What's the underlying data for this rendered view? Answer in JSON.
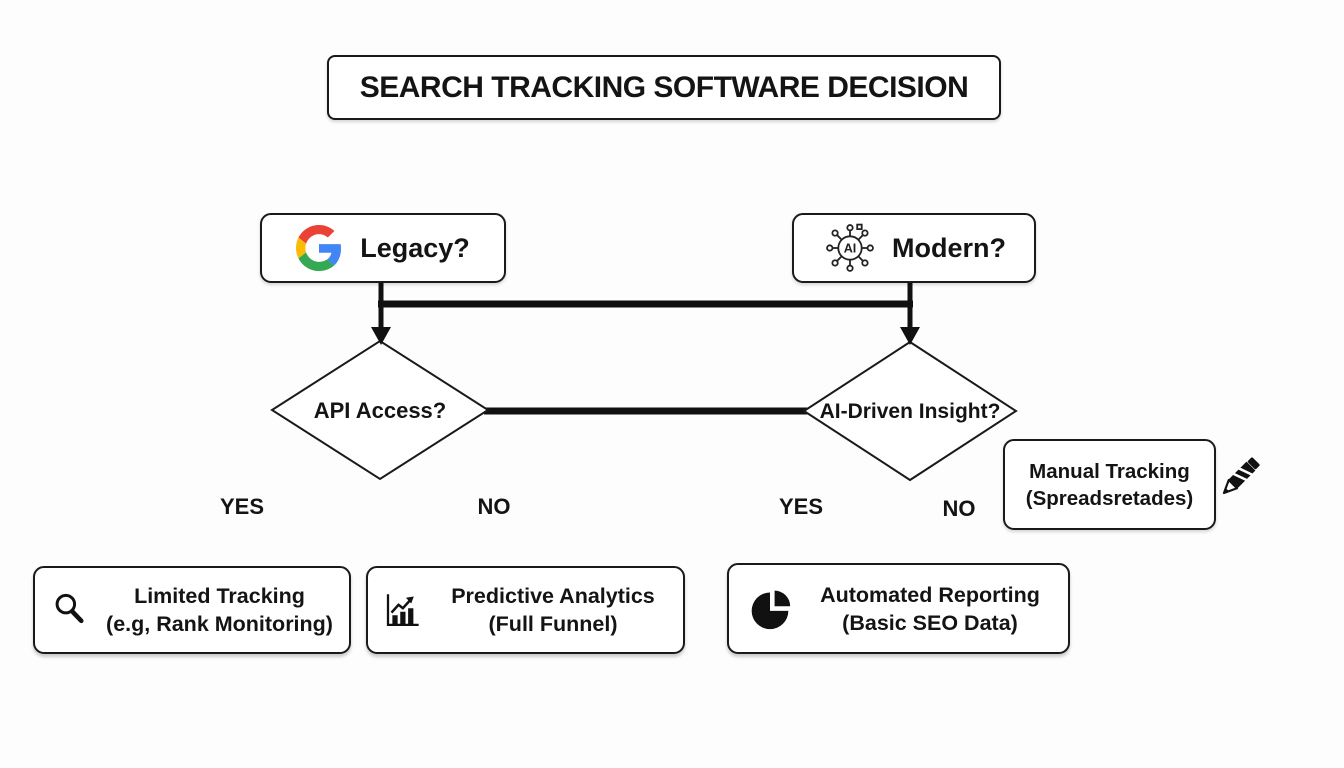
{
  "title": "SEARCH TRACKING SOFTWARE DECISION",
  "nodes": {
    "legacy": {
      "label": "Legacy?"
    },
    "modern": {
      "label": "Modern?",
      "icon_text": "AI"
    },
    "api_access": {
      "label": "API Access?"
    },
    "ai_driven": {
      "label": "AI-Driven Insight?"
    },
    "manual_tracking": {
      "line1": "Manual Tracking",
      "line2": "(Spreadsretades)"
    },
    "limited_tracking": {
      "line1": "Limited Tracking",
      "line2": "(e.g, Rank Monitoring)"
    },
    "predictive_analytics": {
      "line1": "Predictive Analytics",
      "line2": "(Full Funnel)"
    },
    "automated_reporting": {
      "line1": "Automated Reporting",
      "line2": "(Basic SEO Data)"
    }
  },
  "branch_labels": {
    "api_yes": "YES",
    "api_no": "NO",
    "ai_yes": "YES",
    "ai_no": "NO"
  },
  "icons": {
    "legacy": "google-logo",
    "modern": "ai-network-icon",
    "limited_tracking": "magnifier-icon",
    "predictive_analytics": "trend-chart-icon",
    "automated_reporting": "pie-chart-icon",
    "manual_tracking": "pencil-icon"
  },
  "colors": {
    "line": "#111111",
    "node_border": "#1a1a1a",
    "background": "#fdfdfd",
    "google_blue": "#4285F4",
    "google_green": "#34A853",
    "google_yellow": "#FBBC05",
    "google_red": "#EA4335"
  }
}
